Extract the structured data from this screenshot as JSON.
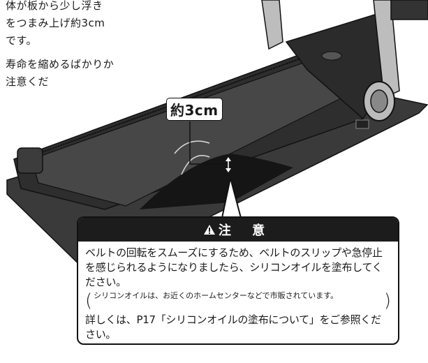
{
  "background_text": {
    "line1": "体が板から少し浮き",
    "line2": "をつまみ上げ約3cm",
    "line3": "です。",
    "line4": "寿命を縮めるばかりか",
    "line5": "注意くだ"
  },
  "callout": {
    "label": "約3cm"
  },
  "caution": {
    "icon": "warning-triangle-icon",
    "title": "注 意",
    "paragraph1": "ベルトの回転をスムーズにするため、ベルトのスリップや急停止を感じられるようになりましたら、シリコンオイルを塗布してください。",
    "note": "シリコンオイルは、お近くのホームセンターなどで市販されています。",
    "paragraph2": "詳しくは、P17「シリコンオイルの塗布について」をご参照ください。"
  }
}
